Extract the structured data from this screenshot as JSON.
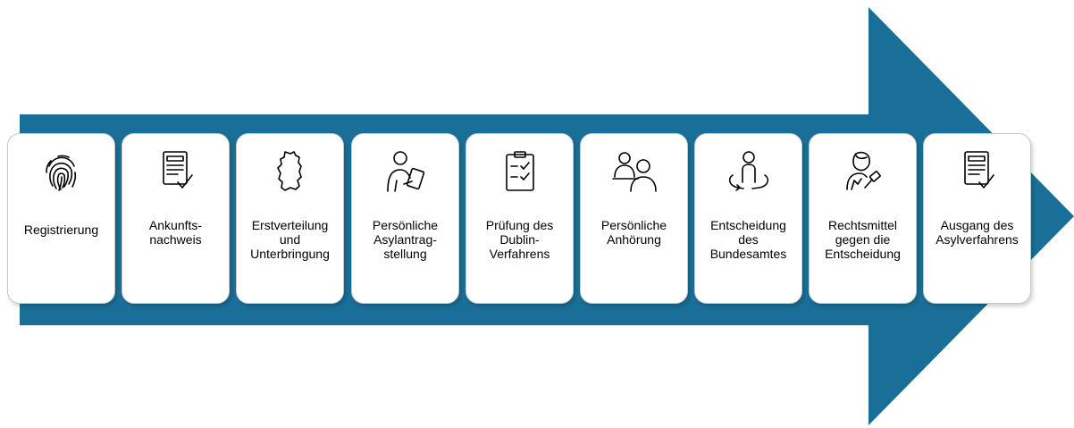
{
  "colors": {
    "arrow": "#1a6f98",
    "card_border": "#c8c8c8",
    "icon_stroke": "#000000"
  },
  "steps": [
    {
      "label": "Registrierung",
      "icon": "fingerprint-icon"
    },
    {
      "label": "Ankunfts-\nnachweis",
      "icon": "document-check-icon"
    },
    {
      "label": "Erstverteilung\nund\nUnterbringung",
      "icon": "germany-map-icon"
    },
    {
      "label": "Persönliche\nAsylantrag-\nstellung",
      "icon": "person-tablet-icon"
    },
    {
      "label": "Prüfung des\nDublin-\nVerfahrens",
      "icon": "clipboard-checklist-icon"
    },
    {
      "label": "Persönliche\nAnhörung",
      "icon": "interview-icon"
    },
    {
      "label": "Entscheidung\ndes\nBundesamtes",
      "icon": "person-cycle-icon"
    },
    {
      "label": "Rechtsmittel\ngegen die\nEntscheidung",
      "icon": "judge-gavel-icon"
    },
    {
      "label": "Ausgang des\nAsylverfahrens",
      "icon": "document-check-icon"
    }
  ]
}
